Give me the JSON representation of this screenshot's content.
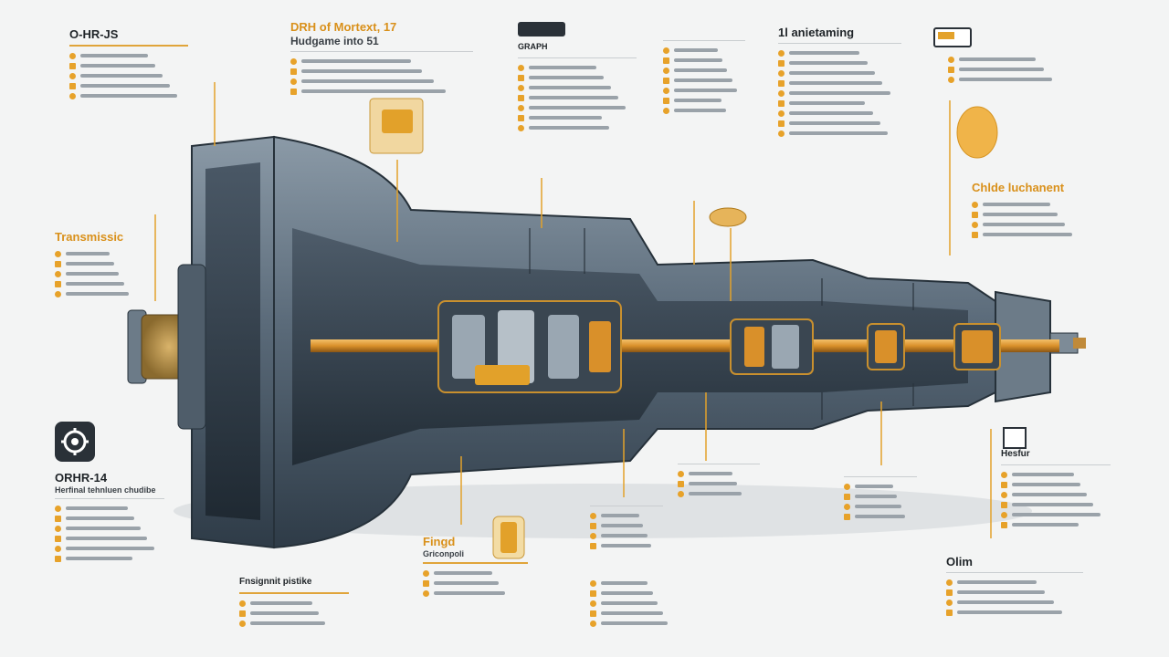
{
  "colors": {
    "accent": "#e3a22b",
    "housing": "#5b6b7a",
    "housing_dark": "#33414e",
    "shaft": "#d9902a"
  },
  "callouts": [
    {
      "id": "top-left-1",
      "title": "O-HR-JS",
      "subtitle": "",
      "bullets": [
        "",
        "",
        "",
        "",
        ""
      ]
    },
    {
      "id": "top-2",
      "title": "DRH of Mortext, 17",
      "title_style": "orange",
      "subtitle": "Hudgame into 51",
      "bullets": [
        "",
        "",
        "",
        ""
      ]
    },
    {
      "id": "top-3",
      "title": "GRAPH",
      "subtitle": "",
      "bullets": [
        "",
        "",
        "",
        "",
        "",
        "",
        ""
      ]
    },
    {
      "id": "top-4",
      "title": "",
      "subtitle": "",
      "bullets": [
        "",
        "",
        "",
        "",
        "",
        "",
        ""
      ]
    },
    {
      "id": "top-5",
      "title": "1l anietaming",
      "subtitle": "",
      "bullets": [
        "",
        "",
        "",
        "",
        "",
        "",
        "",
        "",
        ""
      ]
    },
    {
      "id": "top-right",
      "title": "",
      "subtitle": "",
      "bullets": [
        "",
        "",
        ""
      ]
    },
    {
      "id": "right-mid",
      "title": "Chlde luchanent",
      "title_style": "orange",
      "subtitle": "",
      "bullets": [
        "",
        "",
        "",
        ""
      ]
    },
    {
      "id": "left-mid",
      "title": "Transmissic",
      "title_style": "orange",
      "subtitle": "",
      "bullets": [
        "",
        "",
        "",
        "",
        ""
      ]
    },
    {
      "id": "bottom-left",
      "title": "ORHR-14",
      "subtitle": "Herfinal tehnluen chudibe",
      "bullets": [
        "",
        "",
        "",
        "",
        "",
        ""
      ]
    },
    {
      "id": "bottom-2",
      "title": "Fnsignnit pistike",
      "subtitle": "",
      "bullets": [
        "",
        "",
        ""
      ]
    },
    {
      "id": "bottom-3",
      "title": "Fingd",
      "title_style": "orange",
      "subtitle": "Griconpoli",
      "bullets": [
        "",
        "",
        ""
      ]
    },
    {
      "id": "bottom-4",
      "title": "",
      "subtitle": "",
      "bullets": [
        "",
        "",
        "",
        ""
      ]
    },
    {
      "id": "bottom-5",
      "title": "",
      "subtitle": "",
      "bullets": [
        "",
        "",
        ""
      ]
    },
    {
      "id": "bottom-6",
      "title": "",
      "subtitle": "",
      "bullets": [
        "",
        "",
        "",
        "",
        ""
      ]
    },
    {
      "id": "bottom-7",
      "title": "",
      "subtitle": "",
      "bullets": [
        "",
        "",
        "",
        ""
      ]
    },
    {
      "id": "bottom-right",
      "title": "Hesfur",
      "subtitle": "",
      "bullets": [
        "",
        "",
        "",
        "",
        "",
        ""
      ]
    },
    {
      "id": "bottom-right-2",
      "title": "Olim",
      "subtitle": "",
      "bullets": [
        "",
        "",
        "",
        ""
      ]
    }
  ]
}
